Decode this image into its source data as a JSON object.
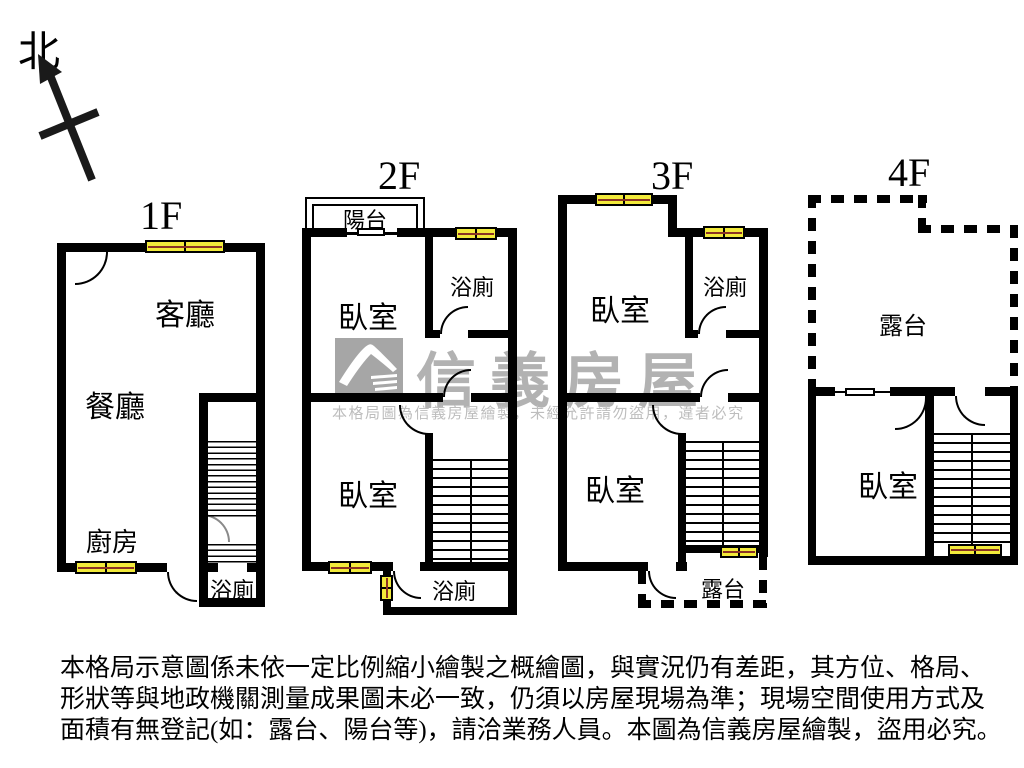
{
  "compass": {
    "label": "北"
  },
  "watermark": {
    "brand": "信義房屋",
    "notice": "本格局圖為信義房屋繪製，未經允許請勿盜用，違者必究",
    "logo_color": "#a6a6a6",
    "text_color": "#b2b2b2"
  },
  "colors": {
    "wall": "#000000",
    "window_fill": "#f2ea3a",
    "window_mullion": "#8a3324",
    "background": "#ffffff"
  },
  "floors": [
    {
      "title": "1F",
      "rooms": {
        "living": "客廳",
        "dining": "餐廳",
        "kitchen": "廚房",
        "bath": "浴廁"
      }
    },
    {
      "title": "2F",
      "rooms": {
        "balcony": "陽台",
        "bedroom_top": "臥室",
        "bath_top": "浴廁",
        "bedroom_bottom": "臥室",
        "bath_bottom": "浴廁"
      }
    },
    {
      "title": "3F",
      "rooms": {
        "bedroom_top": "臥室",
        "bath_top": "浴廁",
        "bedroom_bottom": "臥室",
        "terrace": "露台"
      }
    },
    {
      "title": "4F",
      "rooms": {
        "terrace": "露台",
        "bedroom": "臥室"
      }
    }
  ],
  "disclaimer": {
    "line1": "本格局示意圖係未依一定比例縮小繪製之概繪圖，與實況仍有差距，其方位、格局、",
    "line2": "形狀等與地政機關測量成果圖未必一致，仍須以房屋現場為準；現場空間使用方式及",
    "line3": "面積有無登記(如：露台、陽台等)，請洽業務人員。本圖為信義房屋繪製，盜用必究。"
  }
}
